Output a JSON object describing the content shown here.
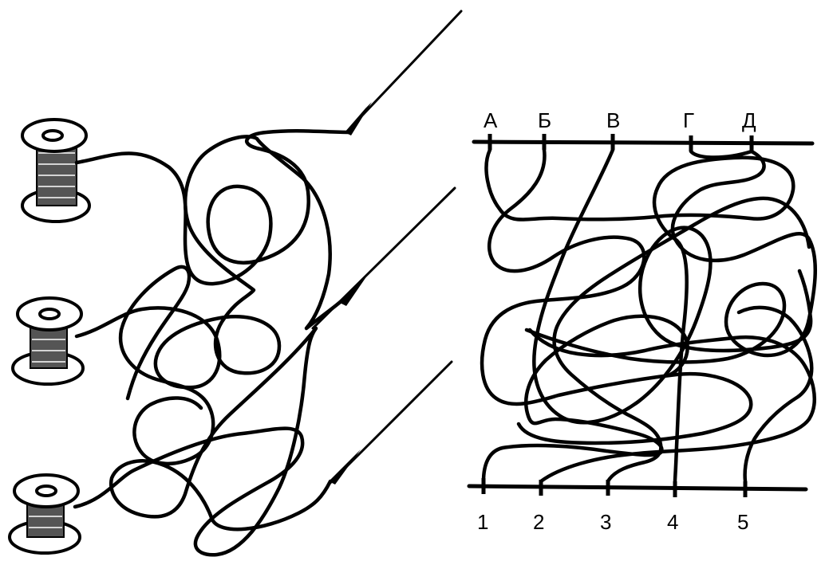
{
  "top_labels": [
    "А",
    "Б",
    "В",
    "Г",
    "Д"
  ],
  "bottom_labels": [
    "1",
    "2",
    "3",
    "4",
    "5"
  ],
  "spools": [
    "spool-top",
    "spool-middle",
    "spool-bottom"
  ],
  "needles": [
    "needle-top",
    "needle-middle",
    "needle-bottom"
  ]
}
